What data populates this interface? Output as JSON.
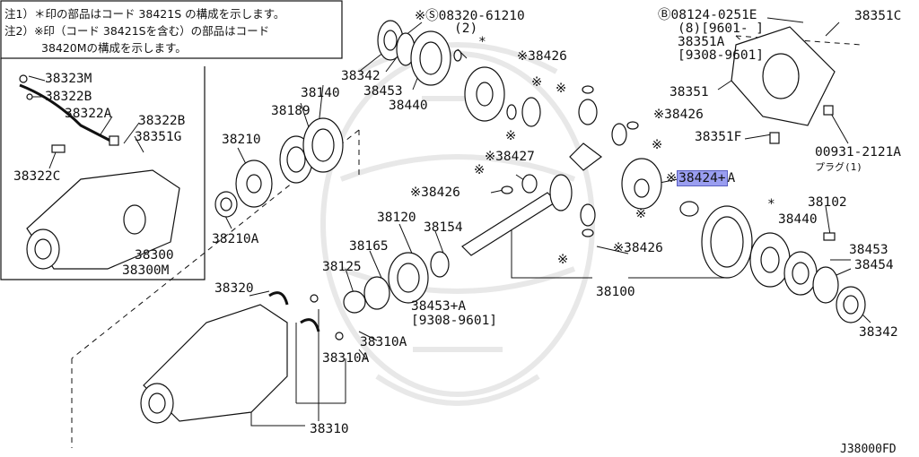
{
  "notes": {
    "line1": "注1）＊印の部品はコード 38421S の構成を示します。",
    "line2": "注2）※印（コード 38421Sを含む）の部品はコード",
    "line3": "38420Mの構成を示します。"
  },
  "labels": {
    "p38323M": "38323M",
    "p38322B_a": "38322B",
    "p38322A": "38322A",
    "p38322B_b": "38322B",
    "p38351G": "38351G",
    "p38322C": "38322C",
    "p38300": "38300",
    "p38300M": "38300M",
    "p38342_top": "38342",
    "p38453_top": "38453",
    "p38440_top": "38440",
    "p08320": "※Ⓢ08320-61210",
    "p08320_qty": "(2)",
    "p38426_a": "※38426",
    "p38426_b": "※38426",
    "p38426_c": "※38426",
    "p38426_d": "※38426",
    "p38427": "※38427",
    "p38424_prefix": "※",
    "p38424": "38424+",
    "p38424_suffix": "A",
    "p08124": "Ⓑ08124-0251E",
    "p08124_qty": "(8)[9601-     ]",
    "p38351A": "38351A",
    "p38351A_range": "[9308-9601]",
    "p38351C": "38351C",
    "p38351": "38351",
    "p38351F": "38351F",
    "p00931": "00931-2121A",
    "p00931_desc": "プラグ(1)",
    "p38140": "38140",
    "p38189": "38189",
    "p38210": "38210",
    "p38210A": "38210A",
    "p38120": "38120",
    "p38154": "38154",
    "p38165": "38165",
    "p38125": "38125",
    "p38453A": "38453+A",
    "p38453A_range": "[9308-9601]",
    "p38100": "38100",
    "p38102": "38102",
    "p38440_right": "38440",
    "p38453_right": "38453",
    "p38454": "38454",
    "p38342_right": "38342",
    "p38320": "38320",
    "p38310A_a": "38310A",
    "p38310A_b": "38310A",
    "p38310": "38310",
    "code": "J38000FD",
    "star": "*",
    "kome": "※"
  },
  "colors": {
    "highlight": "#9a9ef0",
    "line": "#111111",
    "watermark": "#e6e6e6"
  }
}
